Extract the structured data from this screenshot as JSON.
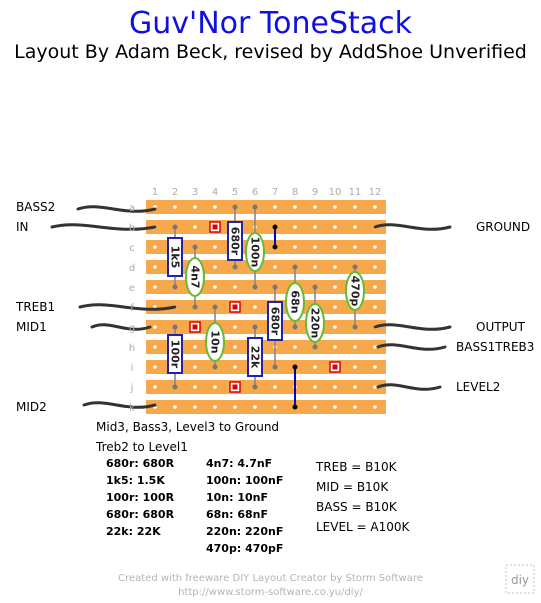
{
  "header": {
    "title": "Guv'Nor ToneStack",
    "subtitle": "Layout By Adam Beck, revised by AddShoe Unverified"
  },
  "board": {
    "columns": [
      "1",
      "2",
      "3",
      "4",
      "5",
      "6",
      "7",
      "8",
      "9",
      "10",
      "11",
      "12"
    ],
    "rows": [
      "a",
      "b",
      "c",
      "d",
      "e",
      "f",
      "g",
      "h",
      "i",
      "j",
      "k"
    ]
  },
  "wire_labels": {
    "bass2": "BASS2",
    "in": "IN",
    "treb1": "TREB1",
    "mid1": "MID1",
    "mid2": "MID2",
    "ground": "GROUND",
    "output": "OUTPUT",
    "bass1treb3": "BASS1TREB3",
    "level2": "LEVEL2"
  },
  "components": {
    "r1k5": "1k5",
    "r680_a": "680r",
    "c100n": "100n",
    "c4n7": "4n7",
    "r680_b": "680r",
    "c68n": "68n",
    "c220n": "220n",
    "c470p": "470p",
    "r100": "100r",
    "c10n": "10n",
    "r22k": "22k"
  },
  "notes": {
    "grounds": "Mid3, Bass3, Level3 to Ground",
    "treb2": "Treb2 to Level1"
  },
  "bom_left": [
    "680r: 680R",
    "1k5: 1.5K",
    "100r: 100R",
    "680r: 680R",
    "22k: 22K"
  ],
  "bom_right": [
    "4n7: 4.7nF",
    "100n: 100nF",
    "10n: 10nF",
    "68n: 68nF",
    "220n: 220nF",
    "470p: 470pF"
  ],
  "pots": [
    "TREB = B10K",
    "MID = B10K",
    "BASS = B10K",
    "LEVEL = A100K"
  ],
  "footer": {
    "line1": "Created with freeware DIY Layout Creator by Storm Software",
    "line2": "http://www.storm-software.co.yu/diy/"
  },
  "colors": {
    "title": "#1010e0",
    "strip": "#f7a84a",
    "hole": "#ffffff",
    "resistor_body": "#ffffff",
    "resistor_border": "#2222aa",
    "capacitor_body": "#ffffff",
    "capacitor_border": "#66bb33",
    "jumper": "#0000c0",
    "cut": "#dd0000",
    "footer": "#b4b4b4"
  }
}
